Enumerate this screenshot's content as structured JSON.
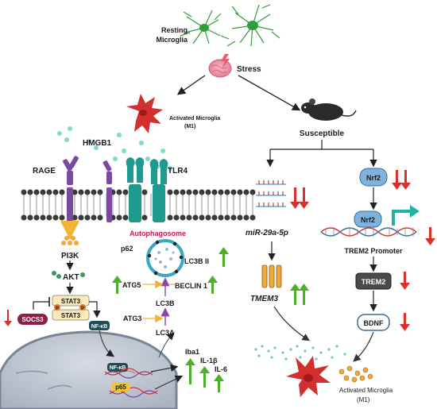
{
  "labels": {
    "resting_microglia_line1": "Resting",
    "resting_microglia_line2": "Microglia",
    "stress": "Stress",
    "activated_microglia_top_line1": "Activated Microglia",
    "activated_microglia_top_line2": "(M1)",
    "susceptible": "Susceptible",
    "hmgb1": "HMGB1",
    "rage": "RAGE",
    "tlr4": "TLR4",
    "pi3k": "PI3K",
    "akt": "AKT",
    "stat3_top": "STAT3",
    "stat3_bottom": "STAT3",
    "p_left": "P",
    "p_right": "P",
    "socs3": "SOCS3",
    "nfkb_cyto": "NF-κB",
    "nfkb_nuc": "NF-κB",
    "p65": "p65",
    "autophagosome": "Autophagosome",
    "p62": "p62",
    "lc3b_ii": "LC3B II",
    "atg5": "ATG5",
    "beclin1": "BECLIN 1",
    "lc3b": "LC3B",
    "atg3": "ATG3",
    "lc3a": "LC3A",
    "iba1": "Iba1",
    "il1b": "IL-1β",
    "il6": "IL-6",
    "mir": "miR-29a-5p",
    "tmem3": "TMEM3",
    "nrf2_top": "Nrf2",
    "nrf2_bottom": "Nrf2",
    "trem2_promoter": "TREM2 Promoter",
    "trem2": "TREM2",
    "bdnf": "BDNF",
    "activated_microglia_bottom_line1": "Activated Microglia",
    "activated_microglia_bottom_line2": "(M1)"
  },
  "colors": {
    "up_arrow": "#4caf28",
    "down_arrow": "#d8312c",
    "microglia_activated": "#d32f2f",
    "microglia_resting": "#2e9e3a",
    "membrane_head": "#3a3a3a",
    "receptor_purple": "#7b4aa0",
    "receptor_teal": "#1e9a8e",
    "nrf2_fill": "#7fb3de",
    "socs3_fill": "#8b1f4a",
    "stat3_fill": "#fbe9b8",
    "nucleus_fill": "#c5ccd6"
  },
  "icons": [
    "brain-icon",
    "mouse-icon",
    "dna-icon",
    "rna-icon",
    "microglia-icon",
    "membrane-icon",
    "nucleus-icon"
  ]
}
